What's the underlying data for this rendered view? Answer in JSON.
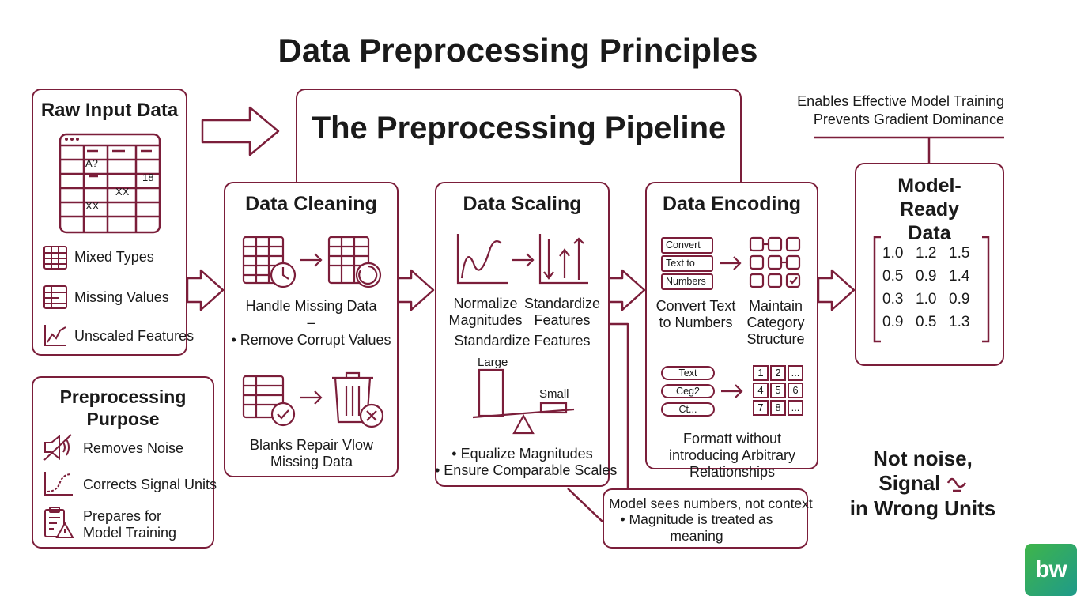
{
  "title": "Data Preprocessing Principles",
  "raw": {
    "title": "Raw Input Data",
    "cells": [
      "A?",
      "18",
      "XX",
      "XX"
    ],
    "items": [
      {
        "icon": "table-icon",
        "label": "Mixed Types"
      },
      {
        "icon": "missing-list-icon",
        "label": "Missing Values"
      },
      {
        "icon": "trend-chart-icon",
        "label": "Unscaled Features"
      }
    ]
  },
  "purpose": {
    "title": "Preprocessing Purpose",
    "items": [
      {
        "icon": "muted-speaker-icon",
        "label": "Removes Noise"
      },
      {
        "icon": "signal-curve-icon",
        "label": "Corrects Signal Units"
      },
      {
        "icon": "clipboard-warning-icon",
        "label": "Prepares for Model Training"
      }
    ]
  },
  "pipeline": {
    "title": "The Preprocessing Pipeline"
  },
  "cleaning": {
    "title": "Data Cleaning",
    "caption1": "Handle Missing Data",
    "dash": "–",
    "caption2": "• Remove Corrupt Values",
    "caption3": "Blanks Repair Vlow Missing Data"
  },
  "scaling": {
    "title": "Data Scaling",
    "label_left": "Normalize Magnitudes",
    "label_right": "Standardize Features",
    "subtitle": "Standardize Features",
    "large": "Large",
    "small": "Small",
    "bullet1": "• Equalize Magnitudes",
    "bullet2": "• Ensure Comparable Scales"
  },
  "encoding": {
    "title": "Data Encoding",
    "stack": [
      "Convert",
      "Text to",
      "Numbers"
    ],
    "label_left": "Convert Text to Numbers",
    "label_right": "Maintain Category Structure",
    "pills": [
      "Text",
      "Ceg2",
      "Ct..."
    ],
    "grid": [
      "1",
      "2",
      "...",
      "4",
      "5",
      "6",
      "7",
      "8",
      "..."
    ],
    "caption": "Formatt without introducing Arbitrary Relationships"
  },
  "model": {
    "title": "Model-Ready Data",
    "matrix": [
      [
        "1.0",
        "1.2",
        "1.5"
      ],
      [
        "0.5",
        "0.9",
        "1.4"
      ],
      [
        "0.3",
        "1.0",
        "0.9"
      ],
      [
        "0.9",
        "0.5",
        "1.3"
      ]
    ]
  },
  "top_note": {
    "line1": "Enables Effective Model Training",
    "line2": "Prevents Gradient Dominance"
  },
  "callout": {
    "line1": "Model sees numbers, not context",
    "line2": "• Magnitude is treated as meaning"
  },
  "slogan": {
    "line1": "Not noise,",
    "line2": "Signal",
    "line3": "in Wrong Units"
  },
  "logo": "bw",
  "colors": {
    "accent": "#7b1e3a",
    "text": "#1a1a1a",
    "logo_from": "#3fb54a",
    "logo_to": "#1f9a8a"
  }
}
